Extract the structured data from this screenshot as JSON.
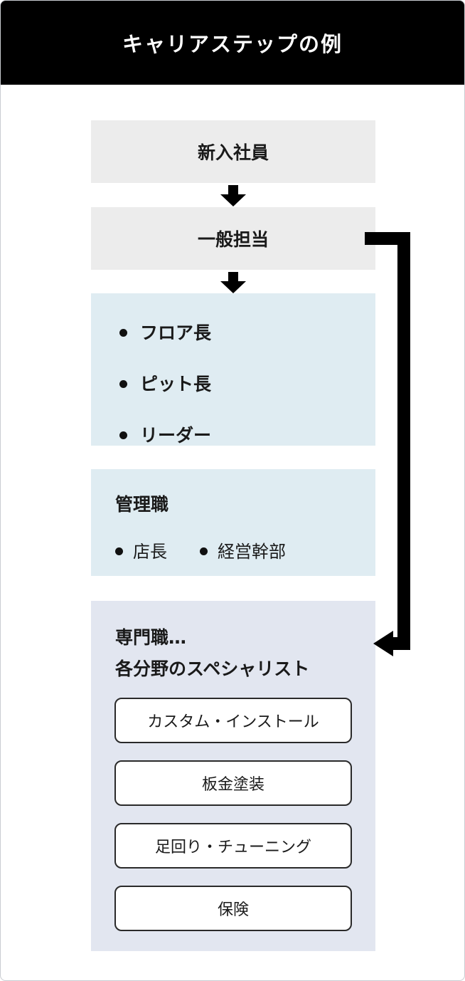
{
  "header": {
    "title": "キャリアステップの例"
  },
  "steps": {
    "newcomer": {
      "label": "新入社員"
    },
    "general": {
      "label": "一般担当"
    },
    "leaders": {
      "items": [
        {
          "label": "フロア長"
        },
        {
          "label": "ピット長"
        },
        {
          "label": "リーダー"
        }
      ]
    },
    "management": {
      "title": "管理職",
      "items": [
        {
          "label": "店長"
        },
        {
          "label": "経営幹部"
        }
      ]
    },
    "specialist": {
      "title_line1": "専門職…",
      "title_line2": "各分野のスペシャリスト",
      "fields": [
        {
          "label": "カスタム・インストール"
        },
        {
          "label": "板金塗装"
        },
        {
          "label": "足回り・チューニング"
        },
        {
          "label": "保険"
        }
      ]
    }
  },
  "colors": {
    "header_bg": "#000000",
    "box_gray": "#ececec",
    "box_blue": "#dfecf2",
    "box_lavender": "#e2e6f0",
    "arrow": "#000000"
  }
}
